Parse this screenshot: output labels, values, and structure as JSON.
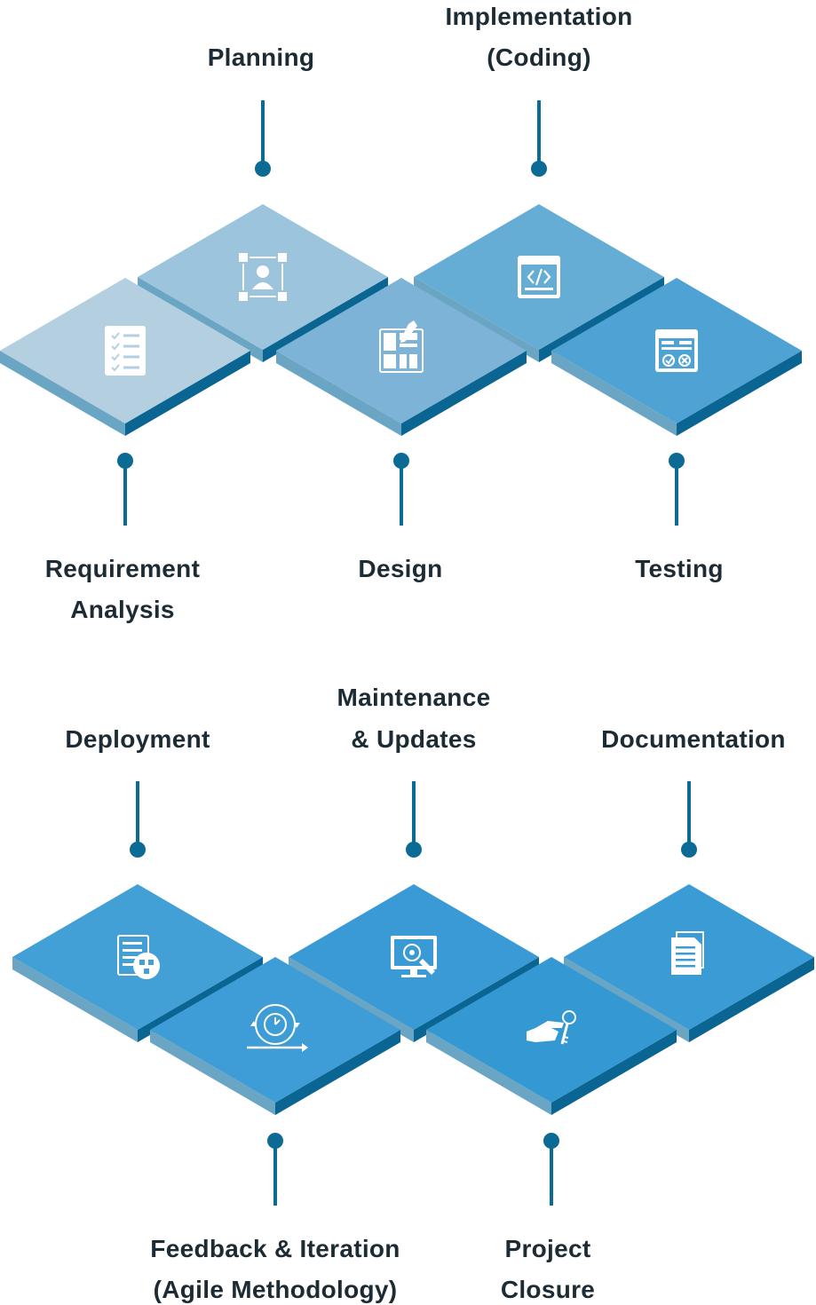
{
  "colors": {
    "connector": "#0b6b94",
    "side_dark": "#0b6593",
    "side_light": "#6aa6c3",
    "icon": "#ffffff",
    "text": "#1d2b35"
  },
  "stages": [
    {
      "name": "requirement-analysis",
      "lines": [
        "Requirement",
        "Analysis"
      ],
      "icon": "checklist-icon",
      "top_color": "#b3cfe0"
    },
    {
      "name": "planning",
      "lines": [
        "Planning"
      ],
      "icon": "user-flow-icon",
      "top_color": "#9cc4dc"
    },
    {
      "name": "design",
      "lines": [
        "Design"
      ],
      "icon": "wireframe-icon",
      "top_color": "#7db3d6"
    },
    {
      "name": "implementation",
      "lines": [
        "Implementation",
        "(Coding)"
      ],
      "icon": "code-window-icon",
      "top_color": "#66add6"
    },
    {
      "name": "testing",
      "lines": [
        "Testing"
      ],
      "icon": "test-dashboard-icon",
      "top_color": "#4fa3d4"
    },
    {
      "name": "deployment",
      "lines": [
        "Deployment"
      ],
      "icon": "deployment-flow-icon",
      "top_color": "#42a0d6"
    },
    {
      "name": "feedback-iteration",
      "lines": [
        "Feedback & Iteration",
        "(Agile Methodology)"
      ],
      "icon": "agile-cycle-icon",
      "top_color": "#3e9dd6"
    },
    {
      "name": "maintenance-updates",
      "lines": [
        "Maintenance",
        "& Updates"
      ],
      "icon": "monitor-gear-icon",
      "top_color": "#3a9ad5"
    },
    {
      "name": "project-closure",
      "lines": [
        "Project",
        "Closure"
      ],
      "icon": "handover-key-icon",
      "top_color": "#3498d3"
    },
    {
      "name": "documentation",
      "lines": [
        "Documentation"
      ],
      "icon": "document-stack-icon",
      "top_color": "#3a9bd5"
    }
  ]
}
